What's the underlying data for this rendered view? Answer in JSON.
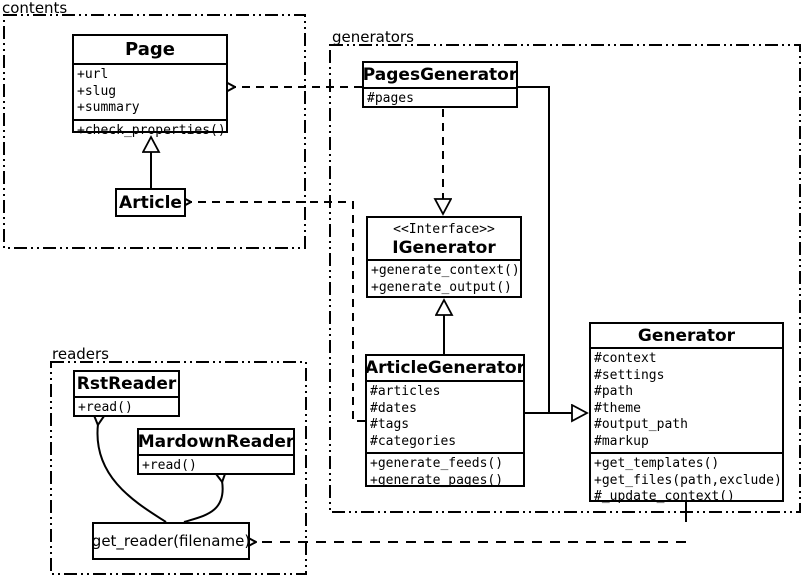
{
  "diagram": {
    "packages": {
      "contents": "contents",
      "generators": "generators",
      "readers": "readers"
    },
    "classes": {
      "page": {
        "title": "Page",
        "attributes": [
          "+url",
          "+slug",
          "+summary"
        ],
        "methods": [
          "+check_properties()"
        ]
      },
      "article": {
        "title": "Article"
      },
      "pagesGenerator": {
        "title": "PagesGenerator",
        "attributes": [
          "#pages"
        ]
      },
      "igenerator": {
        "stereotype": "<<Interface>>",
        "title": "IGenerator",
        "methods": [
          "+generate_context()",
          "+generate_output()"
        ]
      },
      "articleGenerator": {
        "title": "ArticleGenerator",
        "attributes": [
          "#articles",
          "#dates",
          "#tags",
          "#categories"
        ],
        "methods": [
          "+generate_feeds()",
          "+generate_pages()"
        ]
      },
      "generator": {
        "title": "Generator",
        "attributes": [
          "#context",
          "#settings",
          "#path",
          "#theme",
          "#output_path",
          "#markup"
        ],
        "methods": [
          "+get_templates()",
          "+get_files(path,exclude)",
          "#_update_context()"
        ]
      },
      "rstReader": {
        "title": "RstReader",
        "methods": [
          "+read()"
        ]
      },
      "mardownReader": {
        "title": "MardownReader",
        "methods": [
          "+read()"
        ]
      },
      "getReader": {
        "title": "get_reader(filename)"
      }
    }
  }
}
